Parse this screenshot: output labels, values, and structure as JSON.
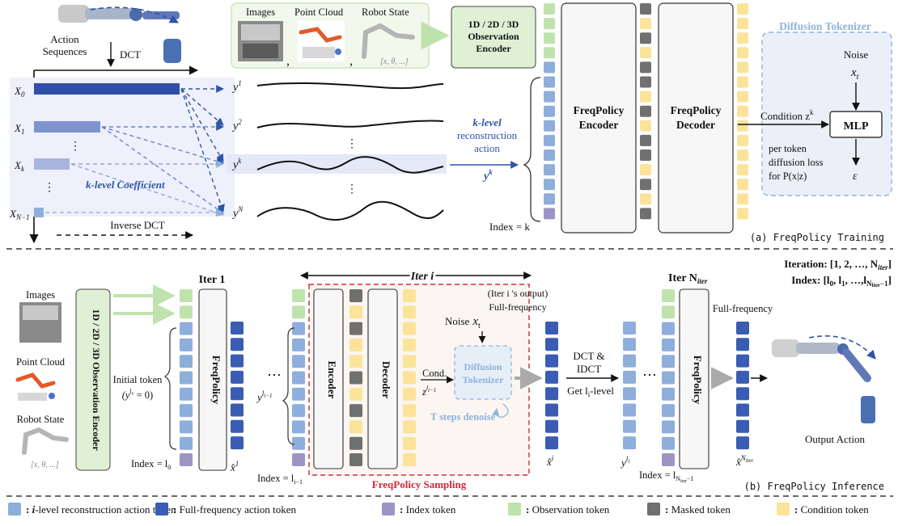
{
  "colors": {
    "recon": "#8eaedb",
    "full": "#3a5db3",
    "index": "#9d94c6",
    "obs": "#bfe3ad",
    "masked": "#707070",
    "cond": "#fbe39a",
    "blue_text": "#2f54a8",
    "light_blue_text": "#8fb2dc",
    "red_dash": "#d0283a"
  },
  "training": {
    "action_sequences": [
      "Action",
      "Sequences"
    ],
    "dct": "DCT",
    "inputs": {
      "images": "Images",
      "point_cloud": "Point Cloud",
      "robot_state": "Robot State",
      "state_vec": "[x, θ, ...]",
      "comma": ","
    },
    "coeffs": [
      "X",
      "X",
      "X",
      "X"
    ],
    "coeff_subs": [
      "0",
      "1",
      "k",
      "N−1"
    ],
    "y_labels": [
      "y",
      "y",
      "y",
      "y"
    ],
    "y_sups": [
      "1",
      "2",
      "k",
      "N"
    ],
    "dots": "⋮",
    "k_level_coef": "k-level Coefficient",
    "inverse_dct": "Inverse DCT",
    "k_level_recon": [
      "k-level",
      "reconstruction",
      "action"
    ],
    "y_k": "y",
    "y_k_sup": "k",
    "obs_encoder": [
      "1D / 2D / 3D",
      "Observation",
      "Encoder"
    ],
    "encoder": [
      "FreqPolicy",
      "Encoder"
    ],
    "decoder": [
      "FreqPolicy",
      "Decoder"
    ],
    "index_k": "Index = k",
    "diffusion_tokenizer": "Diffusion Tokenizer",
    "noise": "Noise",
    "noise_var": "x",
    "noise_sub": "t",
    "condition": "Condition z",
    "condition_sup": "k",
    "mlp": "MLP",
    "loss": [
      "per token",
      "diffusion loss",
      "for P(x|z)"
    ],
    "eps": "ε",
    "caption": "(a) FreqPolicy Training"
  },
  "inference": {
    "images": "Images",
    "point_cloud": "Point Cloud",
    "robot_state": "Robot State",
    "state_vec": "[x, θ, ...]",
    "obs_encoder": "1D / 2D / 3D Observation Encoder",
    "iter1": "Iter 1",
    "initial_token": "Initial token",
    "initial_eq": "(y",
    "initial_eq_sup": "l₀",
    "initial_eq_end": " = 0)",
    "freqpolicy": "FreqPolicy",
    "index_l0": "Index = l",
    "index_l0_sub": "0",
    "x1": "x̂",
    "x1_sup": "1",
    "ellipsis": "⋯",
    "iter_i": "Iter i",
    "y_li1": "y",
    "y_li1_sup": "l",
    "y_li1_sup_sub": "i−1",
    "index_li1": "Index = l",
    "index_li1_sub": "i−1",
    "encoder": "Encoder",
    "decoder": "Decoder",
    "noise": "Noise",
    "noise_var": "x",
    "noise_sub": "t",
    "cond": "Cond.",
    "cond_z": "z",
    "cond_z_sup": "l",
    "cond_z_sup_sub": "i−1",
    "diff_tok": [
      "Diffusion",
      "Tokenizer"
    ],
    "t_steps": "T steps denoise",
    "sampling": "FreqPolicy Sampling",
    "iter_out": "(Iter i 's output)",
    "full_freq": "Full-frequency",
    "xi": "x̂",
    "xi_sup": "i",
    "dct_idct": [
      "DCT &",
      "IDCT"
    ],
    "get_level": "Get l",
    "get_level_sub": "i",
    "get_level_end": "-level",
    "y_li": "y",
    "y_li_sup": "l",
    "y_li_sup_sub": "i",
    "iter_n": "Iter N",
    "iter_n_sub": "iter",
    "index_ln": "Index = l",
    "index_ln_sub": "N",
    "index_ln_subsub": "iter",
    "index_ln_tail": "−1",
    "full_freq2": "Full-frequency",
    "xn": "x̂",
    "xn_sup": "N",
    "xn_supsub": "iter",
    "iteration": "Iteration: [1, 2, …, N",
    "iteration_sub": "iter",
    "iteration_end": "]",
    "index_list": "Index: [l",
    "index_list_mid": ", l",
    "index_list_mid2": ", …,l",
    "index_list_end": "]",
    "output_action": "Output Action",
    "caption": "(b) FreqPolicy Inference"
  },
  "legend": [
    {
      "key": "recon",
      "label_pre": "i",
      "label": "-level reconstruction action token"
    },
    {
      "key": "full",
      "label_pre": "",
      "label": "Full-frequency action token"
    },
    {
      "key": "index",
      "label_pre": "",
      "label": "Index token"
    },
    {
      "key": "obs",
      "label_pre": "",
      "label": "Observation token"
    },
    {
      "key": "masked",
      "label_pre": "",
      "label": "Masked token"
    },
    {
      "key": "cond",
      "label_pre": "",
      "label": "Condition token"
    }
  ],
  "legend_colon": ":"
}
